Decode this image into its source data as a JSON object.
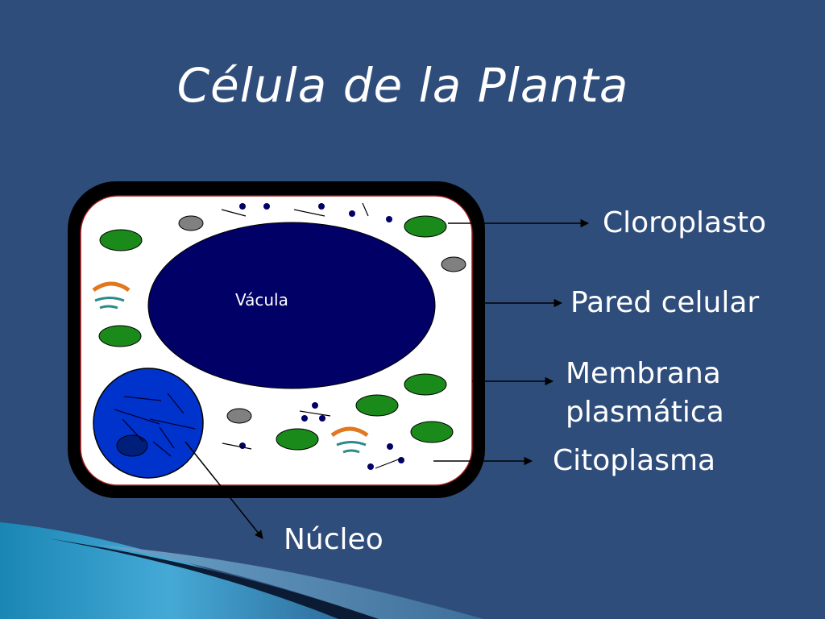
{
  "slide": {
    "title": "Célula de la Planta"
  },
  "labels": {
    "chloroplast": "Cloroplasto",
    "cell_wall": "Pared celular",
    "membrane_line1": "Membrana",
    "membrane_line2": "plasmática",
    "cytoplasm": "Citoplasma",
    "nucleus": "Núcleo",
    "vacuole": "Vácula"
  },
  "colors": {
    "background": "#2f4d7b",
    "cell_wall": "#000000",
    "cytoplasm": "#ffffff",
    "vacuole": "#000066",
    "nucleus": "#0033cc",
    "chloroplast": "#1a8a1a",
    "organelle_gray": "#808080"
  }
}
